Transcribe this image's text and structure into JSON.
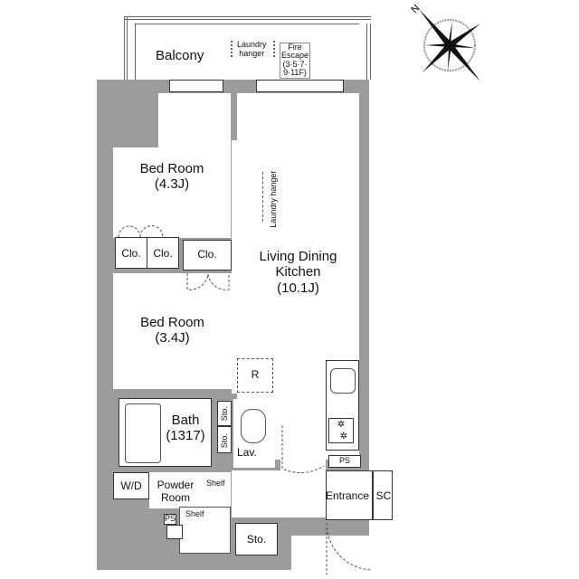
{
  "plan": {
    "balcony": {
      "label": "Balcony",
      "laundry": [
        "Laundry",
        "hanger"
      ],
      "fire_escape": [
        "Fire",
        "Escape",
        "(3·5·7·",
        "9·11F)"
      ]
    },
    "compass": {
      "north_label": "N"
    },
    "rooms": {
      "bedroom1": {
        "name": "Bed Room",
        "size": "(4.3J)"
      },
      "bedroom2": {
        "name": "Bed Room",
        "size": "(3.4J)"
      },
      "ldk": {
        "name1": "Living Dining",
        "name2": "Kitchen",
        "size": "(10.1J)"
      },
      "ldk_laundry": "Laundry hanger",
      "closets": [
        "Clo.",
        "Clo.",
        "Clo."
      ],
      "refrigerator": "R",
      "bath": {
        "name": "Bath",
        "size": "(1317)"
      },
      "storage_small": [
        "Sto.",
        "Sto."
      ],
      "lavatory": "Lav.",
      "powder_room": [
        "Powder",
        "Room"
      ],
      "washer_dryer": "W/D",
      "shelves": [
        "Shelf",
        "Shelf"
      ],
      "ps": [
        "PS",
        "PS"
      ],
      "storage_bottom": "Sto.",
      "entrance": "Entrance",
      "shoe_closet": "SC"
    }
  }
}
